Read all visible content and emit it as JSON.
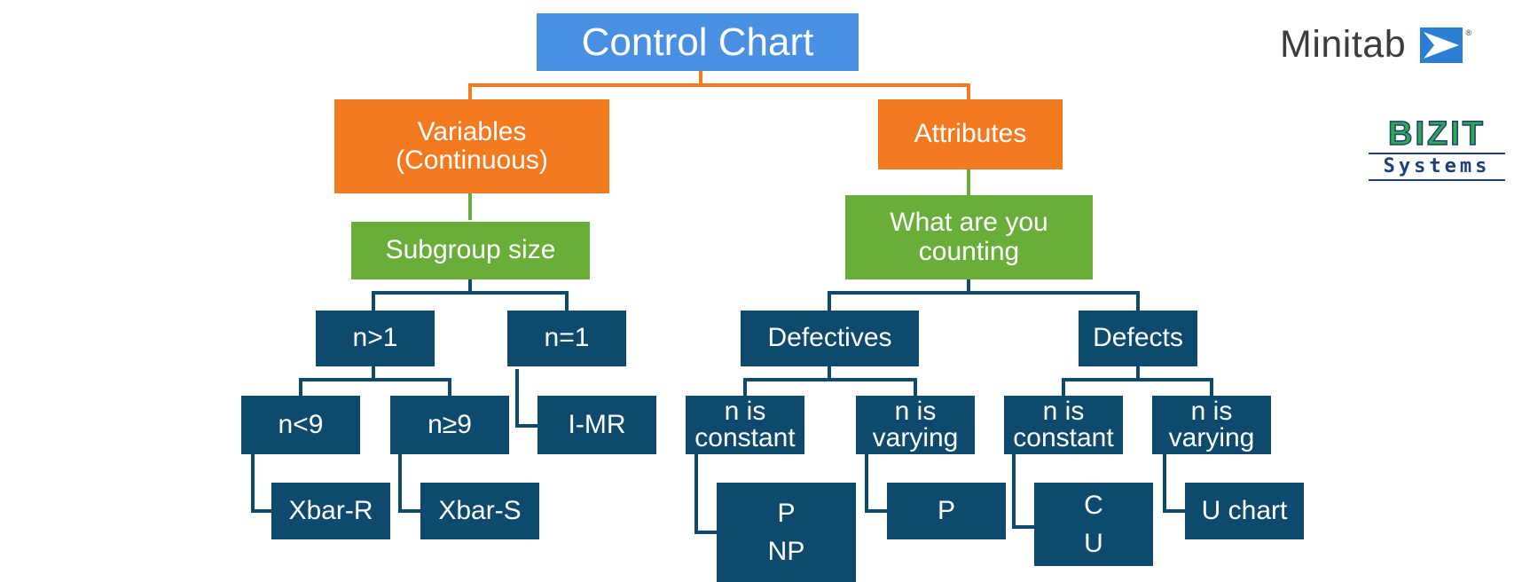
{
  "root": "Control Chart",
  "variables": {
    "line1": "Variables",
    "line2": "(Continuous)"
  },
  "attributes": "Attributes",
  "subgroup": "Subgroup size",
  "counting": {
    "line1": "What are you",
    "line2": "counting"
  },
  "n_gt_1": "n>1",
  "n_eq_1": "n=1",
  "n_lt_9": "n<9",
  "n_ge_9": "n≥9",
  "imr": "I-MR",
  "xbar_r": "Xbar-R",
  "xbar_s": "Xbar-S",
  "defectives": "Defectives",
  "defects": "Defects",
  "def_const": {
    "line1": "n is",
    "line2": "constant"
  },
  "def_vary": {
    "line1": "n is",
    "line2": "varying"
  },
  "dft_const": {
    "line1": "n is",
    "line2": "constant"
  },
  "dft_vary": {
    "line1": "n is",
    "line2": "varying"
  },
  "p_np": {
    "line1": "P",
    "line2": "NP"
  },
  "p_only": "P",
  "c_u": {
    "line1": "C",
    "line2": "U"
  },
  "u_chart": "U chart",
  "logos": {
    "minitab": "Minitab",
    "bizit_top": "BIZIT",
    "bizit_bottom": "Systems"
  },
  "colors": {
    "blue": "#4a90e2",
    "orange": "#f47a20",
    "green": "#6aae3a",
    "navy": "#0e4a6e"
  }
}
